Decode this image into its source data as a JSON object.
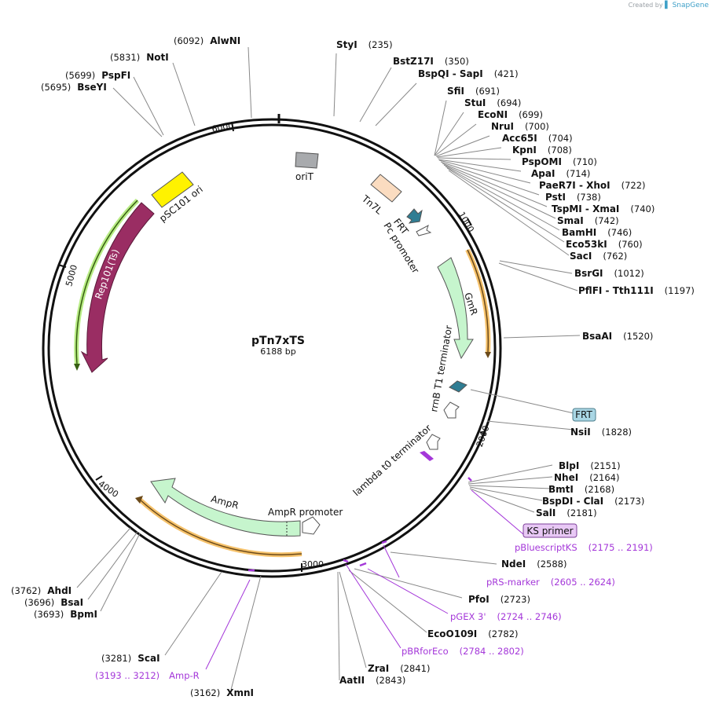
{
  "app": {
    "credit_prefix": "Created by",
    "credit_brand": "SnapGene"
  },
  "plasmid": {
    "name": "pTn7xTS",
    "size_label": "6188 bp",
    "length": 6188
  },
  "ticks": [
    {
      "pos": 1000,
      "label": "1000"
    },
    {
      "pos": 2000,
      "label": "2000"
    },
    {
      "pos": 3000,
      "label": "3000"
    },
    {
      "pos": 4000,
      "label": "4000"
    },
    {
      "pos": 5000,
      "label": "5000"
    },
    {
      "pos": 6000,
      "label": "6000"
    }
  ],
  "features": [
    {
      "name": "oriT",
      "type": "box",
      "color": "#a8aaad"
    },
    {
      "name": "Tn7L",
      "type": "box",
      "color": "#fbdcc0"
    },
    {
      "name": "FRT",
      "type": "small-arrow",
      "color": "#2f7d93"
    },
    {
      "name": "Pc promoter",
      "type": "promoter",
      "color": "#ffffff"
    },
    {
      "name": "GmR",
      "type": "gene-arrow",
      "color": "#c6f5cd"
    },
    {
      "name": "rrnB T1 terminator",
      "type": "terminator",
      "color": "#ffffff"
    },
    {
      "name": "FRT",
      "type": "small-arrow",
      "color": "#2f7d93"
    },
    {
      "name": "lambda t0 terminator",
      "type": "terminator",
      "color": "#ffffff"
    },
    {
      "name": "AmpR promoter",
      "type": "promoter",
      "color": "#ffffff"
    },
    {
      "name": "AmpR",
      "type": "gene-arrow",
      "color": "#c6f5cd"
    },
    {
      "name": "Rep101(Ts)",
      "type": "gene-arrow",
      "color": "#9a2d63"
    },
    {
      "name": "pSC101 ori",
      "type": "box",
      "color": "#fff200"
    }
  ],
  "sites": {
    "right": [
      {
        "name": "StyI",
        "pos": "(235)"
      },
      {
        "name": "BstZ17I",
        "pos": "(350)"
      },
      {
        "name": "BspQI - SapI",
        "pos": "(421)"
      },
      {
        "name": "SfiI",
        "pos": "(691)"
      },
      {
        "name": "StuI",
        "pos": "(694)"
      },
      {
        "name": "EcoNI",
        "pos": "(699)"
      },
      {
        "name": "NruI",
        "pos": "(700)"
      },
      {
        "name": "Acc65I",
        "pos": "(704)"
      },
      {
        "name": "KpnI",
        "pos": "(708)"
      },
      {
        "name": "PspOMI",
        "pos": "(710)"
      },
      {
        "name": "ApaI",
        "pos": "(714)"
      },
      {
        "name": "PaeR7I - XhoI",
        "pos": "(722)"
      },
      {
        "name": "PstI",
        "pos": "(738)"
      },
      {
        "name": "TspMI - XmaI",
        "pos": "(740)"
      },
      {
        "name": "SmaI",
        "pos": "(742)"
      },
      {
        "name": "BamHI",
        "pos": "(746)"
      },
      {
        "name": "Eco53kI",
        "pos": "(760)"
      },
      {
        "name": "SacI",
        "pos": "(762)"
      },
      {
        "name": "BsrGI",
        "pos": "(1012)"
      },
      {
        "name": "PflFI - Tth111I",
        "pos": "(1197)"
      },
      {
        "name": "BsaAI",
        "pos": "(1520)"
      },
      {
        "name": "NsiI",
        "pos": "(1828)"
      },
      {
        "name": "BlpI",
        "pos": "(2151)"
      },
      {
        "name": "NheI",
        "pos": "(2164)"
      },
      {
        "name": "BmtI",
        "pos": "(2168)"
      },
      {
        "name": "BspDI - ClaI",
        "pos": "(2173)"
      },
      {
        "name": "SalI",
        "pos": "(2181)"
      },
      {
        "name": "NdeI",
        "pos": "(2588)"
      },
      {
        "name": "PfoI",
        "pos": "(2723)"
      },
      {
        "name": "EcoO109I",
        "pos": "(2782)"
      },
      {
        "name": "ZraI",
        "pos": "(2841)"
      },
      {
        "name": "AatII",
        "pos": "(2843)"
      }
    ],
    "left": [
      {
        "name": "AlwNI",
        "pos": "(6092)"
      },
      {
        "name": "NotI",
        "pos": "(5831)"
      },
      {
        "name": "PspFI",
        "pos": "(5699)"
      },
      {
        "name": "BseYI",
        "pos": "(5695)"
      },
      {
        "name": "AhdI",
        "pos": "(3762)"
      },
      {
        "name": "BsaI",
        "pos": "(3696)"
      },
      {
        "name": "BpmI",
        "pos": "(3693)"
      },
      {
        "name": "ScaI",
        "pos": "(3281)"
      },
      {
        "name": "XmnI",
        "pos": "(3162)"
      }
    ]
  },
  "primers": [
    {
      "name": "pBluescriptKS",
      "range": "(2175 .. 2191)"
    },
    {
      "name": "pRS-marker",
      "range": "(2605 .. 2624)"
    },
    {
      "name": "pGEX 3'",
      "range": "(2724 .. 2746)"
    },
    {
      "name": "pBRforEco",
      "range": "(2784 .. 2802)"
    },
    {
      "name": "Amp-R",
      "range": "(3193 .. 3212)"
    }
  ],
  "boxed_labels": [
    {
      "name": "FRT",
      "color": "#a9d6e4"
    },
    {
      "name": "KS primer",
      "color": "#e8c8f5"
    }
  ],
  "colors": {
    "primer": "#a437d9",
    "orf": "#e8a23a",
    "orf_alt": "#8fd14f",
    "line": "#888888"
  }
}
